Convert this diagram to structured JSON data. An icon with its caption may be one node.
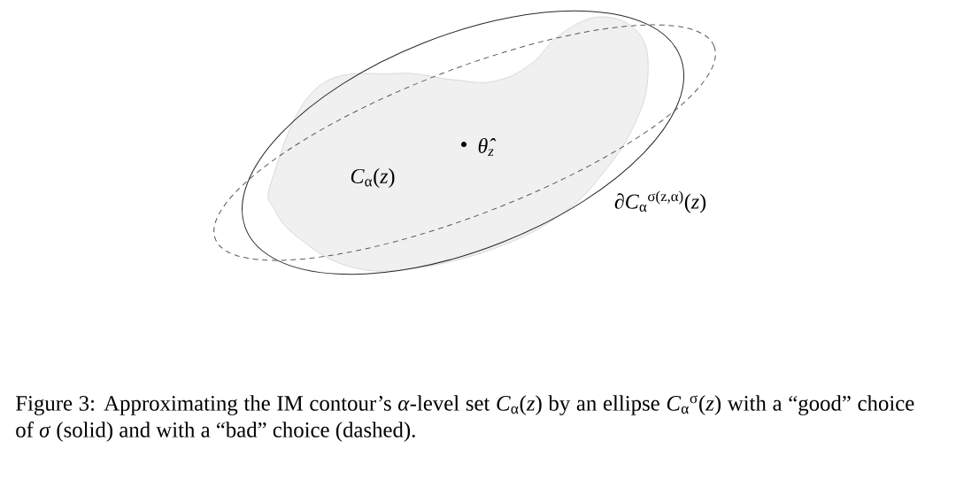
{
  "diagram": {
    "caption": "Figure 3: Approximating the IM contour’s *α*-level set *C*$_{α}$(*z*) by an ellipse *C*$_{α}$$^{σ}$(*z*) with a “good” choice of *σ* (solid) and with a “bad” choice (dashed).",
    "nodes": [
      {
        "text": [
          "∂*C*$_{α}$$^{σ(z,α)}$(*z*)"
        ]
      },
      {
        "text": [],
        "shape": "ellipse"
      },
      {
        "text": [
          "*C*$_{α}$(*z*)"
        ],
        "in": 0
      }
    ],
    "labels": [
      "θ̂$_{z}$"
    ]
  }
}
